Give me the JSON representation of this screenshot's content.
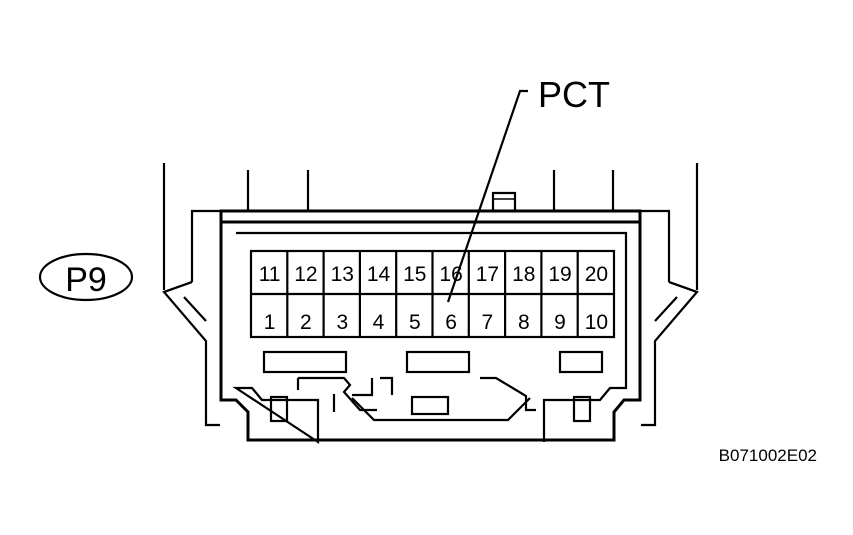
{
  "connector": {
    "code": "P9",
    "callout": "PCT",
    "callout_pin": 6,
    "pins_top": [
      "11",
      "12",
      "13",
      "14",
      "15",
      "16",
      "17",
      "18",
      "19",
      "20"
    ],
    "pins_bottom": [
      "1",
      "2",
      "3",
      "4",
      "5",
      "6",
      "7",
      "8",
      "9",
      "10"
    ]
  },
  "figure_id": "B071002E02",
  "colors": {
    "line": "#000000",
    "background": "#ffffff"
  }
}
